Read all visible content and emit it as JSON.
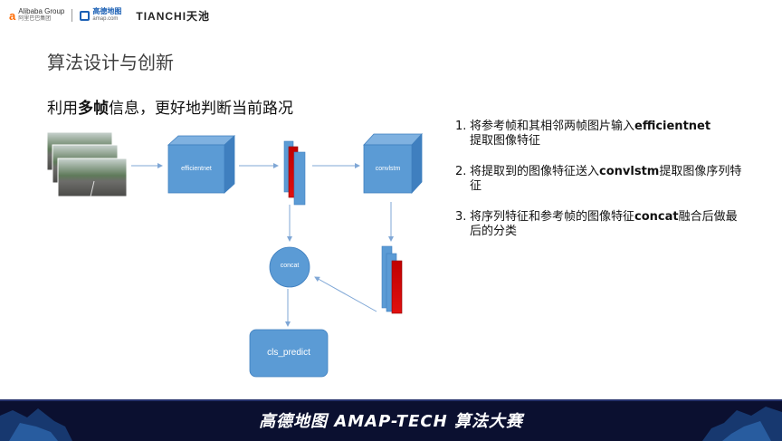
{
  "logos": {
    "alibaba_mark": "a",
    "alibaba_text": "Alibaba Group",
    "alibaba_sub": "阿里巴巴集团",
    "amap_text": "高德地图",
    "amap_sub": "amap.com",
    "tianchi_text": "TIANCHI天池"
  },
  "slide": {
    "title": "算法设计与创新",
    "subtitle_pre": "利用",
    "subtitle_bold": "多帧",
    "subtitle_post": "信息，更好地判断当前路况"
  },
  "diagram": {
    "efficientnet_label": "efficientnet",
    "convlstm_label": "convlstm",
    "concat_label": "concat",
    "cls_predict_label": "cls_predict"
  },
  "steps": [
    {
      "num": "1.",
      "pre": "将参考帧和其相邻两帧图片输入",
      "bold": "efficientnet",
      "post": "提取图像特征"
    },
    {
      "num": "2.",
      "pre": "将提取到的图像特征送入",
      "bold": "convlstm",
      "post": "提取图像序列特征"
    },
    {
      "num": "3.",
      "pre": "将序列特征和参考帧的图像特征",
      "bold": "concat",
      "post": "融合后做最后的分类"
    }
  ],
  "footer": {
    "banner_text": "高德地图 AMAP-TECH 算法大赛"
  },
  "colors": {
    "cube_front": "#5b9bd5",
    "cube_top": "#7fb1e0",
    "cube_side": "#3f7fbf",
    "feature_red": "#c00000",
    "arrow": "#7fa7d6",
    "footer_bg": "#0b1030"
  }
}
